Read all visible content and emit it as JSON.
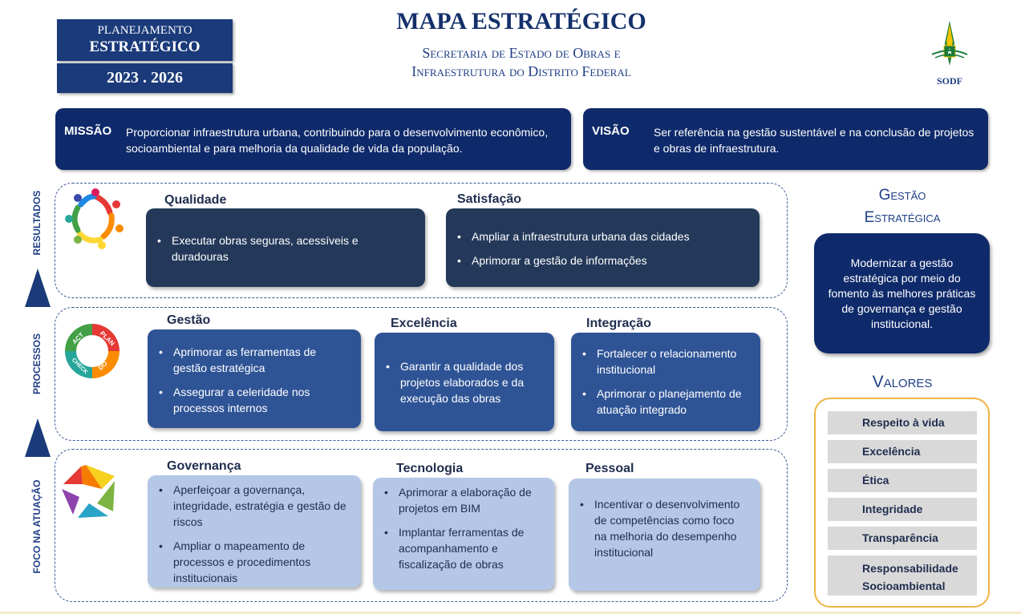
{
  "header": {
    "badge_line1": "PLANEJAMENTO",
    "badge_line2": "ESTRATÉGICO",
    "period": "2023 . 2026",
    "title": "MAPA ESTRATÉGICO",
    "subtitle_line1": "Secretaria de Estado de Obras e",
    "subtitle_line2": "Infraestrutura do Distrito Federal",
    "logo_label": "SODF"
  },
  "missao": {
    "label": "MISSÃO",
    "text": "Proporcionar infraestrutura urbana, contribuindo para o desenvolvimento econômico, socioambiental e para melhoria da qualidade de vida da população."
  },
  "visao": {
    "label": "VISÃO",
    "text": "Ser referência na gestão sustentável e na conclusão de projetos e obras de infraestrutura."
  },
  "side_labels": {
    "resultados": "RESULTADOS",
    "processos": "PROCESSOS",
    "foco": "FOCO NA ATUAÇÃO"
  },
  "resultados": {
    "qualidade": {
      "title": "Qualidade",
      "items": [
        "Executar obras seguras, acessíveis e duradouras"
      ]
    },
    "satisfacao": {
      "title": "Satisfação",
      "items": [
        "Ampliar a infraestrutura urbana das cidades",
        "Aprimorar a gestão de informações"
      ]
    }
  },
  "processos": {
    "pdca": {
      "act": "ACT",
      "plan": "PLAN",
      "do": "DO",
      "check": "CHECK"
    },
    "gestao": {
      "title": "Gestão",
      "items": [
        "Aprimorar as ferramentas de gestão estratégica",
        "Assegurar a celeridade nos processos internos"
      ]
    },
    "excelencia": {
      "title": "Excelência",
      "items": [
        "Garantir a qualidade dos projetos elaborados e  da execução das obras"
      ]
    },
    "integracao": {
      "title": "Integração",
      "items": [
        "Fortalecer o relacionamento institucional",
        "Aprimorar o planejamento de atuação integrado"
      ]
    }
  },
  "foco": {
    "governanca": {
      "title": "Governança",
      "items": [
        "Aperfeiçoar a governança, integridade, estratégia e gestão de riscos",
        "Ampliar o mapeamento de processos e procedimentos institucionais"
      ]
    },
    "tecnologia": {
      "title": "Tecnologia",
      "items": [
        "Aprimorar a elaboração de projetos em BIM",
        "Implantar ferramentas de acompanhamento e fiscalização de obras"
      ]
    },
    "pessoal": {
      "title": "Pessoal",
      "items": [
        "Incentivar o desenvolvimento de competências como foco na melhoria do desempenho institucional"
      ]
    }
  },
  "gestao_estrategica": {
    "title_line1": "Gestão",
    "title_line2": "Estratégica",
    "text": "Modernizar a gestão estratégica por meio do fomento às melhores práticas de governança e gestão institucional."
  },
  "valores": {
    "title": "Valores",
    "items": [
      "Respeito à vida",
      "Excelência",
      "Ética",
      "Integridade",
      "Transparência"
    ],
    "last_line1": "Responsabilidade",
    "last_line2": "Socioambiental"
  },
  "colors": {
    "navy": "#0f2a6a",
    "dark_card": "#24395a",
    "mid_card": "#2f5496",
    "light_card": "#b4c7e7",
    "values_border": "#f0b545"
  }
}
